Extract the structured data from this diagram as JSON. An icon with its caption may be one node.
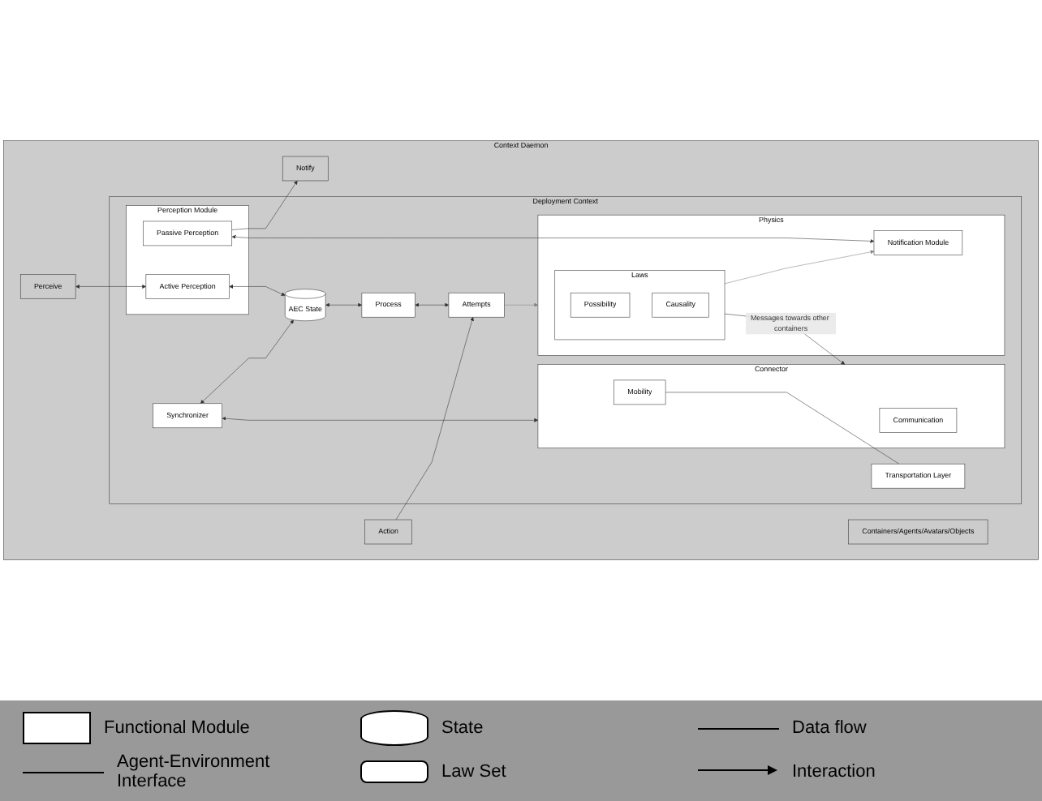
{
  "diagram": {
    "nodes": [
      {
        "text": [
          "Context Daemon"
        ]
      },
      {
        "text": [
          "Notify"
        ],
        "in": 0
      },
      {
        "text": [
          "Perceive"
        ],
        "in": 0
      },
      {
        "text": [
          "Containers/Agents/Avatars/Objects"
        ],
        "in": 0
      },
      {
        "text": [
          "Action"
        ],
        "in": 0
      },
      {
        "text": [
          "Deployment Context"
        ],
        "in": 0
      },
      {
        "text": [
          "Perception Module"
        ],
        "in": 5
      },
      {
        "text": [
          "Passive Perception"
        ],
        "in": 6
      },
      {
        "text": [
          "Active Perception"
        ],
        "in": 6
      },
      {
        "text": [
          "AEC State"
        ],
        "in": 5
      },
      {
        "text": [
          "Process"
        ],
        "in": 5
      },
      {
        "text": [
          "Attempts"
        ],
        "in": 5
      },
      {
        "text": [
          "Synchronizer"
        ],
        "in": 5
      },
      {
        "text": [
          "Physics"
        ],
        "in": 5
      },
      {
        "text": [
          "Notification Module"
        ],
        "in": 13
      },
      {
        "text": [
          "Laws"
        ],
        "in": 13
      },
      {
        "text": [
          "Possibility"
        ],
        "in": 15
      },
      {
        "text": [
          "Causality"
        ],
        "in": 15
      },
      {
        "text": [
          "Connector"
        ],
        "in": 5
      },
      {
        "text": [
          "Communication"
        ],
        "in": 18
      },
      {
        "text": [
          "Mobility"
        ],
        "in": 18
      },
      {
        "text": [
          "Transportation Layer"
        ],
        "in": 5
      }
    ],
    "edges": [
      {
        "from": 7,
        "to": 1,
        "arrow": "to"
      },
      {
        "from": 2,
        "to": 8,
        "arrow": "both"
      },
      {
        "from": 8,
        "to": 9,
        "arrow": "both"
      },
      {
        "from": 9,
        "to": 10,
        "arrow": "both"
      },
      {
        "from": 10,
        "to": 11,
        "arrow": "both"
      },
      {
        "from": 4,
        "to": 11,
        "arrow": "to"
      },
      {
        "from": 11,
        "to": 13,
        "arrow": "to",
        "color": "#808080"
      },
      {
        "from": 7,
        "to": 14,
        "arrow": "both"
      },
      {
        "from": 12,
        "to": 9,
        "arrow": "both"
      },
      {
        "from": 15,
        "to": 14,
        "arrow": "to",
        "color": "#808080"
      },
      {
        "from": 12,
        "to": 18,
        "arrow": "both"
      },
      {
        "from": 15,
        "to": 18,
        "arrow": "to",
        "label": "Messages towards other containers"
      },
      {
        "from": 20,
        "to": 21,
        "arrow": "none"
      }
    ],
    "legend": [
      {
        "text": "Functional Module"
      },
      {
        "text": "State"
      },
      {
        "text": "Data flow"
      },
      {
        "text": "Agent-Environment Interface"
      },
      {
        "text": "Law Set"
      },
      {
        "text": "Interaction"
      }
    ]
  }
}
